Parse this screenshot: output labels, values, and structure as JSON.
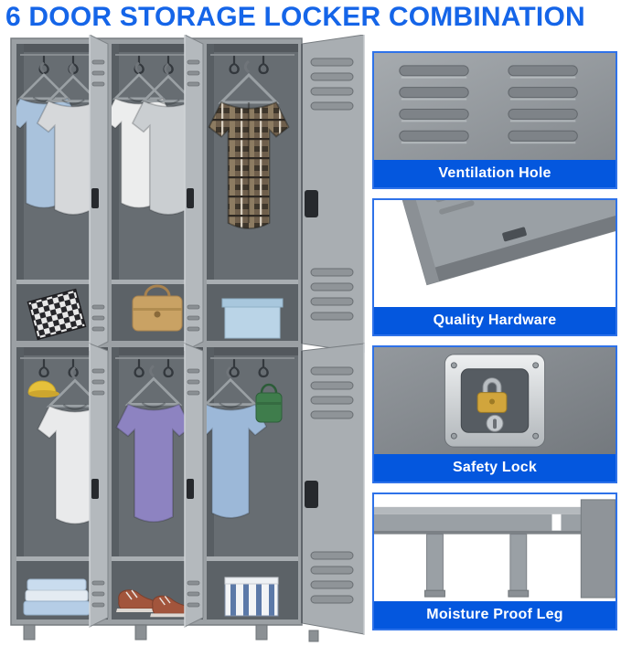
{
  "title": "6 DOOR STORAGE LOCKER COMBINATION",
  "features": [
    {
      "label": "Ventilation Hole"
    },
    {
      "label": "Quality Hardware"
    },
    {
      "label": "Safety Lock"
    },
    {
      "label": "Moisture Proof Leg"
    }
  ],
  "colors": {
    "title_blue": "#1565e8",
    "card_border_blue": "#2e72e9",
    "banner_blue": "#0457de",
    "banner_text": "#ffffff",
    "locker_gray": "#9ba0a4"
  }
}
